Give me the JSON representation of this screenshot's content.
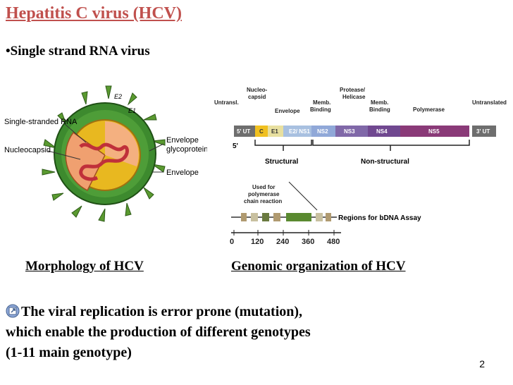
{
  "slide": {
    "title": "Hepatitis C virus (HCV)",
    "bullet_marker": "•",
    "bullet1": "Single strand RNA virus",
    "caption_left": "Morphology of HCV",
    "caption_right": "Genomic organization of HCV",
    "body_lines": [
      "The viral replication is error prone (mutation),",
      "which enable the production of different genotypes",
      "(1-11 main genotype)"
    ],
    "page_number": "2"
  },
  "virus_figure": {
    "labels": {
      "e2": "E2",
      "e1": "E1",
      "ssrna": "Single-stranded RNA",
      "nucleocapsid": "Nucleocapsid",
      "envelope_glyco_1": "Envelope",
      "envelope_glyco_2": "glycoproteins",
      "envelope": "Envelope"
    },
    "colors": {
      "envelope": "#3d8a2e",
      "capsid": "#e8b820",
      "interior": "#f0a070",
      "rna": "#c0303a"
    }
  },
  "genome_figure": {
    "top_labels": {
      "untransl_left": "Untransl.",
      "nucleocapsid_1": "Nucleo-",
      "nucleocapsid_2": "capsid",
      "envelope": "Envelope",
      "memb_binding_1_a": "Memb.",
      "memb_binding_1_b": "Binding",
      "protease_1": "Protease/",
      "protease_2": "Helicase",
      "memb_binding_2_a": "Memb.",
      "memb_binding_2_b": "Binding",
      "polymerase": "Polymerase",
      "untransl_right": "Untranslated"
    },
    "segments": [
      {
        "label": "5' UT",
        "color": "#6e6e6e"
      },
      {
        "label": "C",
        "color": "#f0c020"
      },
      {
        "label": "E1",
        "color": "#e8e0a0"
      },
      {
        "label": "E2/ NS1",
        "color": "#a8c0e0"
      },
      {
        "label": "NS2",
        "color": "#90a8d8"
      },
      {
        "label": "NS3",
        "color": "#8068a8"
      },
      {
        "label": "NS4",
        "color": "#704890"
      },
      {
        "label": "NS5",
        "color": "#8a3a78"
      },
      {
        "label": "3' UT",
        "color": "#6e6e6e"
      }
    ],
    "five_prime": "5'",
    "structural": "Structural",
    "nonstructural": "Non-structural",
    "pcr_1": "Used for",
    "pcr_2": "polymerase",
    "pcr_3": "chain reaction",
    "bdna": "Regions for bDNA Assay",
    "scale_ticks": [
      "0",
      "120",
      "240",
      "360",
      "480"
    ]
  }
}
